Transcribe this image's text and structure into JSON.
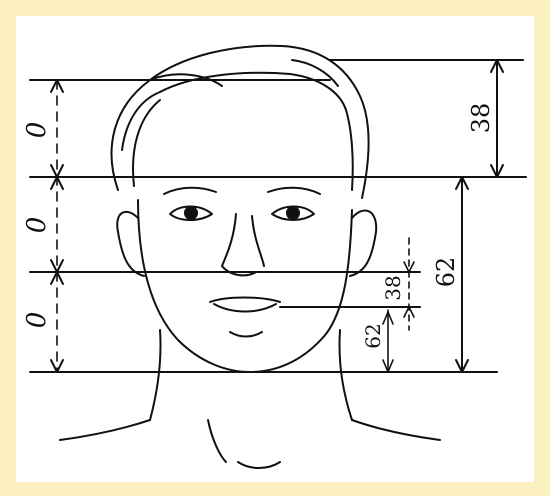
{
  "colors": {
    "background": "#fcf0c2",
    "panel": "#ffffff",
    "ink": "#111111"
  },
  "left_measure": {
    "labels": [
      "0",
      "0",
      "0"
    ]
  },
  "right_measure": {
    "upper_label": "38",
    "lower_label": "62",
    "inner_upper_label": "38",
    "inner_lower_label": "62"
  }
}
